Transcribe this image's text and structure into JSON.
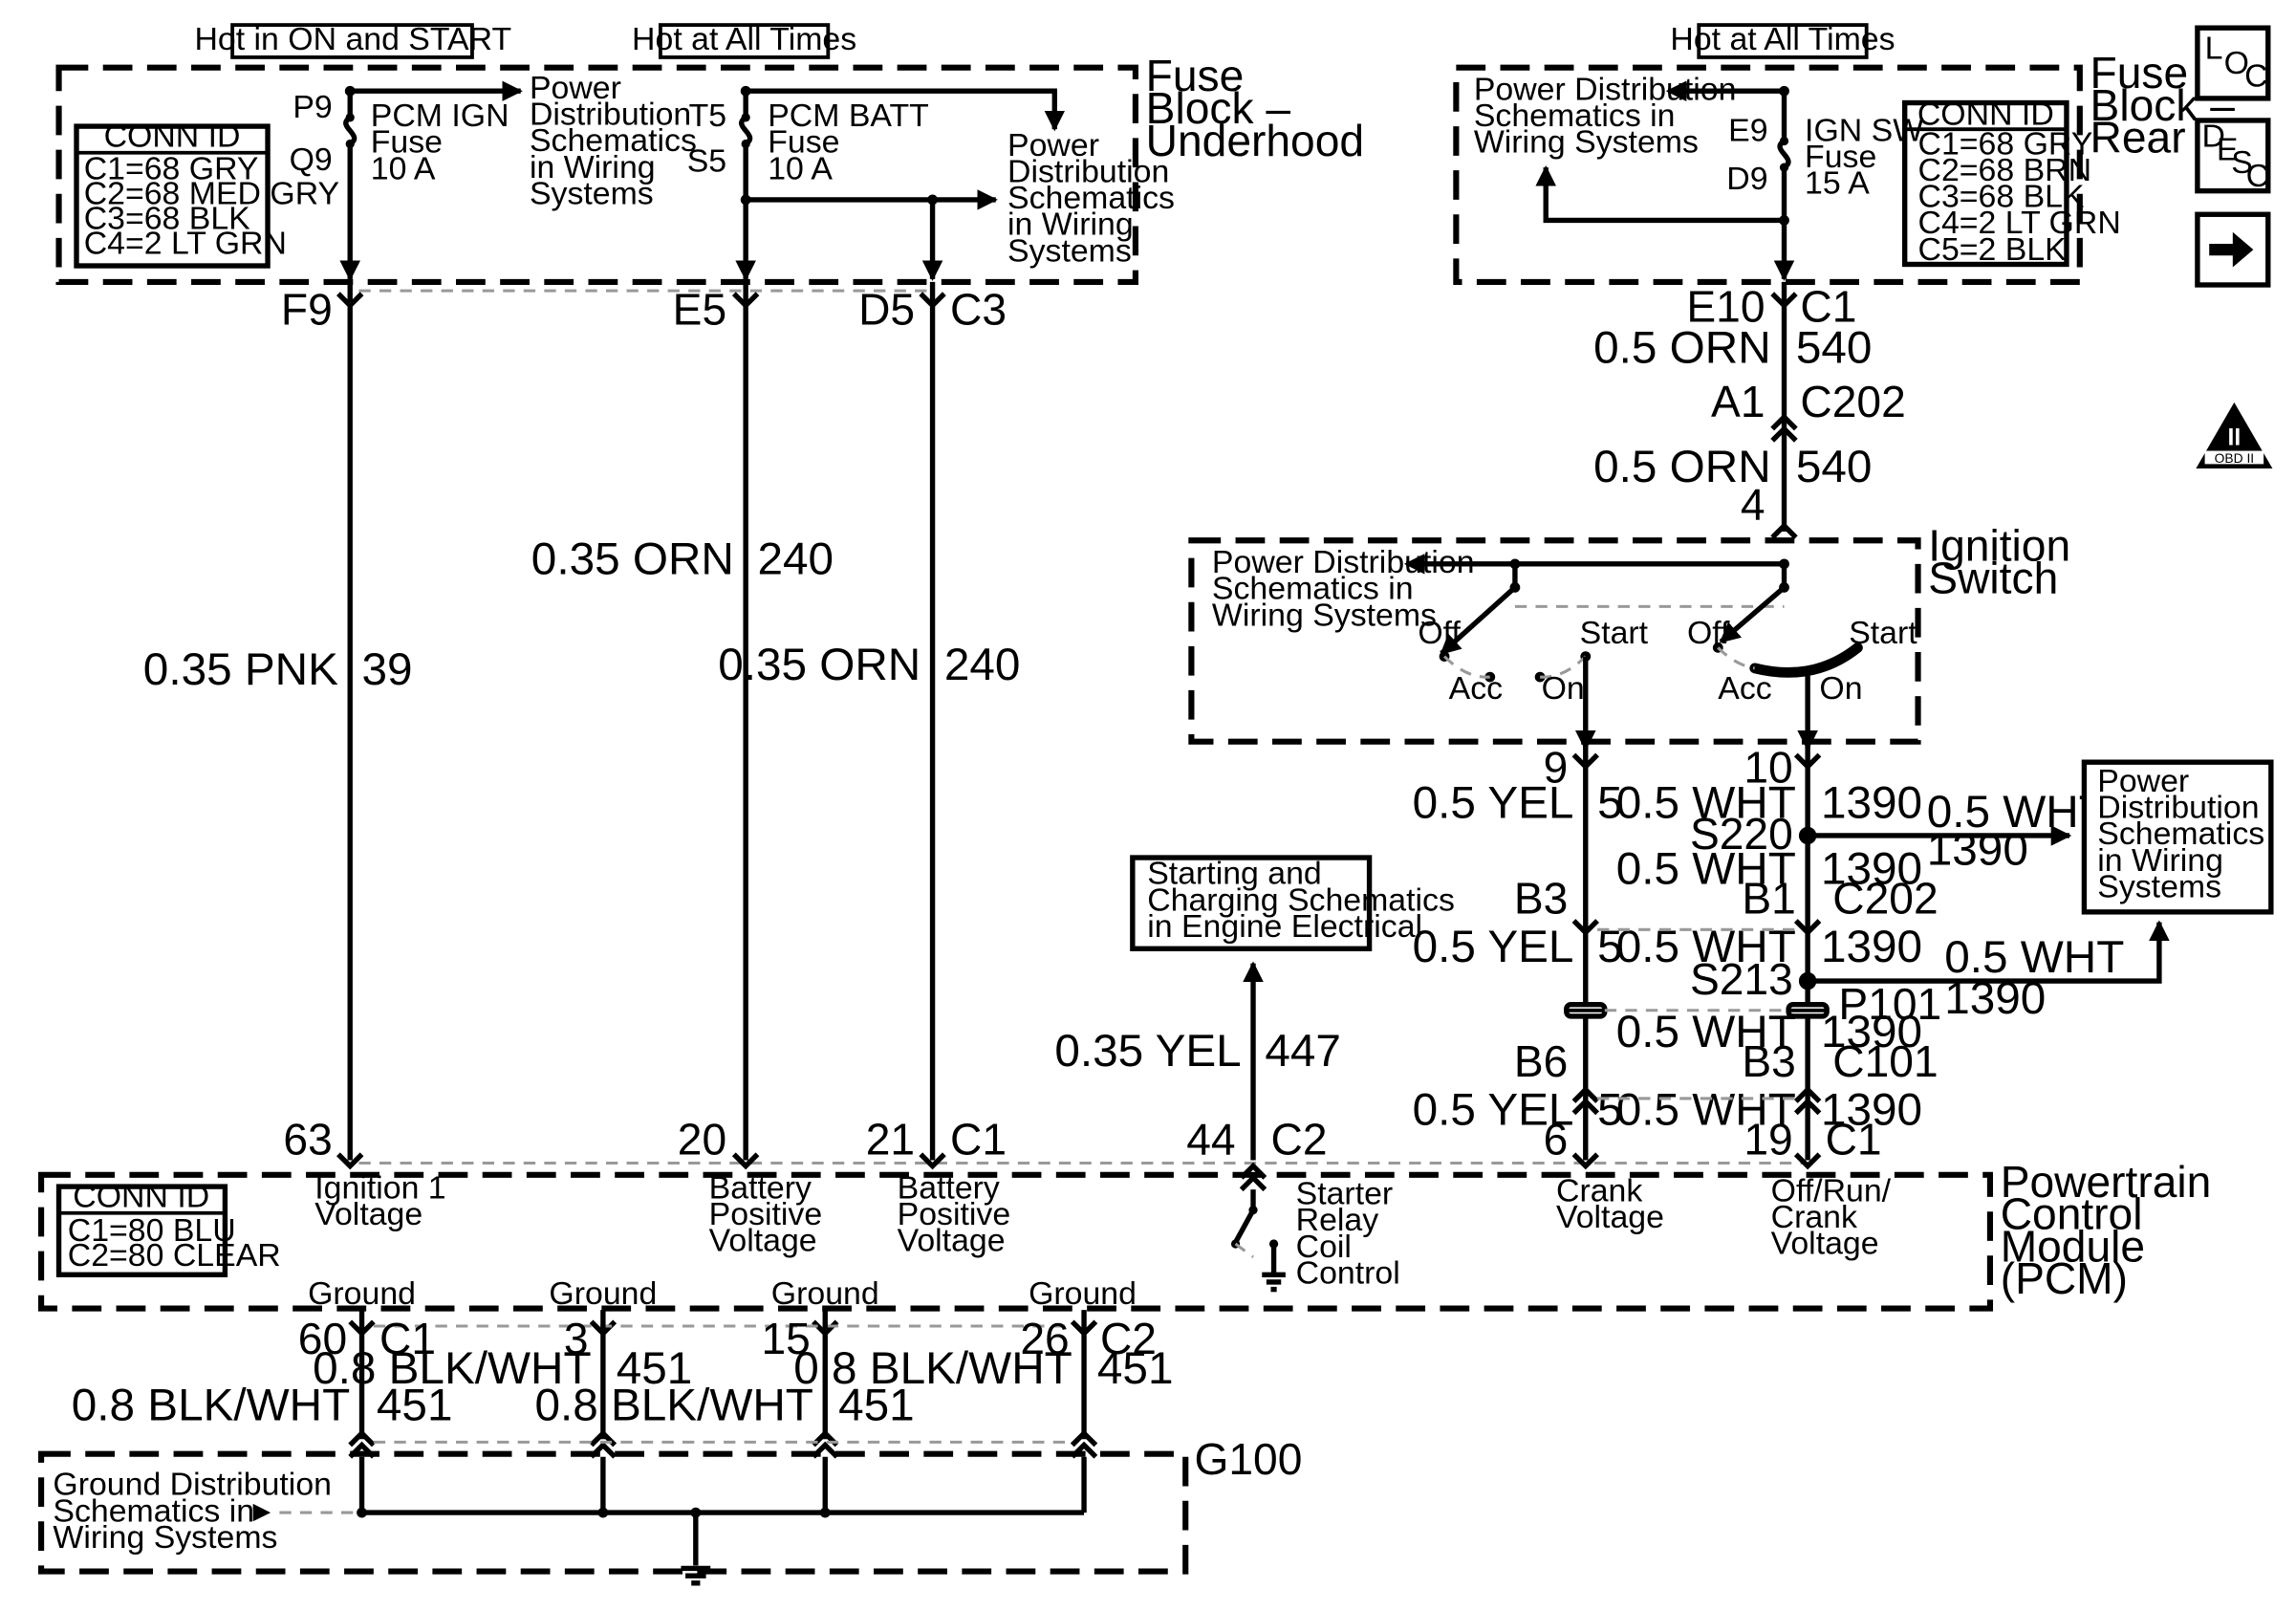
{
  "headers": {
    "hot_on_start": "Hot in ON and START",
    "hot_all_1": "Hot at All Times",
    "hot_all_2": "Hot at All Times"
  },
  "fuse_block_underhood": {
    "title": [
      "Fuse",
      "Block –",
      "Underhood"
    ],
    "conn_id": {
      "heading": "CONN ID",
      "lines": [
        "C1=68 GRY",
        "C2=68 MED GRY",
        "C3=68 BLK",
        "C4=2 LT GRN"
      ]
    },
    "fuse1": {
      "pin_top": "P9",
      "pin_bottom": "Q9",
      "label": [
        "PCM IGN",
        "Fuse",
        "10 A"
      ]
    },
    "fuse1_ref": [
      "Power",
      "Distribution",
      "Schematics",
      "in Wiring",
      "Systems"
    ],
    "fuse2": {
      "pin_top": "T5",
      "pin_bottom": "S5",
      "label": [
        "PCM BATT",
        "Fuse",
        "10 A"
      ]
    },
    "fuse2_ref": [
      "Power",
      "Distribution",
      "Schematics",
      "in Wiring",
      "Systems"
    ],
    "out_pins": {
      "f9": "F9",
      "e5": "E5",
      "d5": "D5",
      "c3": "C3"
    }
  },
  "fuse_block_rear": {
    "title": [
      "Fuse",
      "Block –",
      "Rear"
    ],
    "ref": [
      "Power Distribution",
      "Schematics in",
      "Wiring Systems"
    ],
    "conn_id": {
      "heading": "CONN ID",
      "lines": [
        "C1=68 GRY",
        "C2=68 BRN",
        "C3=68 BLK",
        "C4=2 LT GRN",
        "C5=2 BLK"
      ]
    },
    "fuse": {
      "pin_top": "E9",
      "pin_bottom": "D9",
      "label": [
        "IGN SW",
        "Fuse",
        "15 A"
      ]
    },
    "out_pin": "E10",
    "out_conn": "C1"
  },
  "wires": {
    "pnk": {
      "size_color": "0.35 PNK",
      "circuit": "39"
    },
    "orn_a": {
      "size_color": "0.35 ORN",
      "circuit": "240"
    },
    "orn_b": {
      "size_color": "0.35 ORN",
      "circuit": "240"
    },
    "orn_540_a": {
      "size_color": "0.5 ORN",
      "circuit": "540"
    },
    "orn_540_b": {
      "size_color": "0.5 ORN",
      "circuit": "540"
    },
    "yel_447": {
      "size_color": "0.35 YEL",
      "circuit": "447"
    },
    "yel_5_a": {
      "size_color": "0.5 YEL",
      "circuit": "5"
    },
    "yel_5_b": {
      "size_color": "0.5 YEL",
      "circuit": "5"
    },
    "yel_5_c": {
      "size_color": "0.5 YEL",
      "circuit": "5"
    },
    "wht_a": {
      "size_color": "0.5 WHT",
      "circuit": "1390"
    },
    "wht_b": {
      "size_color": "0.5 WHT",
      "circuit": "1390"
    },
    "wht_c": {
      "size_color": "0.5 WHT",
      "circuit": "1390"
    },
    "wht_d": {
      "size_color": "0.5 WHT",
      "circuit": "1390"
    },
    "wht_e": {
      "size_color": "0.5 WHT",
      "circuit": "1390"
    },
    "wht_branch1": {
      "size_color": "0.5 WHT",
      "circuit": "1390"
    },
    "wht_branch2": {
      "size_color": "0.5 WHT",
      "circuit": "1390"
    },
    "gnd_a": {
      "size_color": "0.8 BLK/WHT",
      "circuit": "451"
    },
    "gnd_b": {
      "size_color": "0.8 BLK/WHT",
      "circuit": "451"
    },
    "gnd_c": {
      "size_color": "0.8 BLK/WHT",
      "circuit": "451"
    },
    "gnd_d": {
      "size_color": "0.8 BLK/WHT",
      "circuit": "451"
    }
  },
  "connectors": {
    "c202_pin": "A1",
    "c202": "C202",
    "ign_in_pin": "4",
    "ign_out_9": "9",
    "ign_out_10": "10",
    "s220": "S220",
    "c202b_b3": "B3",
    "c202b_b1": "B1",
    "c202b": "C202",
    "s213": "S213",
    "p101": "P101",
    "c101_b6": "B6",
    "c101_b3": "B3",
    "c101": "C101"
  },
  "ignition_switch": {
    "title": [
      "Ignition",
      "Switch"
    ],
    "ref": [
      "Power Distribution",
      "Schematics in",
      "Wiring Systems"
    ],
    "positions": {
      "off": "Off",
      "start": "Start",
      "acc": "Acc",
      "on": "On"
    }
  },
  "starting_ref": [
    "Starting and",
    "Charging Schematics",
    "in Engine Electrical"
  ],
  "power_ref_right": [
    "Power",
    "Distribution",
    "Schematics",
    "in Wiring",
    "Systems"
  ],
  "pcm": {
    "title": [
      "Powertrain",
      "Control",
      "Module",
      "(PCM)"
    ],
    "conn_id": {
      "heading": "CONN ID",
      "lines": [
        "C1=80 BLU",
        "C2=80 CLEAR"
      ]
    },
    "pins_top": {
      "p63": "63",
      "p20": "20",
      "p21": "21",
      "c1": "C1",
      "p44": "44",
      "c2": "C2",
      "p6": "6",
      "p19": "19",
      "c1b": "C1"
    },
    "inputs": {
      "ign1": [
        "Ignition 1",
        "Voltage"
      ],
      "batt1": [
        "Battery",
        "Positive",
        "Voltage"
      ],
      "batt2": [
        "Battery",
        "Positive",
        "Voltage"
      ],
      "starter": [
        "Starter",
        "Relay",
        "Coil",
        "Control"
      ],
      "crank": [
        "Crank",
        "Voltage"
      ],
      "offrun": [
        "Off/Run/",
        "Crank",
        "Voltage"
      ]
    },
    "grounds": [
      "Ground",
      "Ground",
      "Ground",
      "Ground"
    ],
    "pins_bottom": {
      "p60": "60",
      "c1": "C1",
      "p3": "3",
      "p15": "15",
      "p26": "26",
      "c2": "C2"
    }
  },
  "ground": {
    "title": "G100",
    "ref": [
      "Ground Distribution",
      "Schematics in",
      "Wiring Systems"
    ]
  },
  "icons": {
    "loc": {
      "l": "L",
      "o": "O",
      "c": "C"
    },
    "desc": {
      "d": "D",
      "e": "E",
      "s": "S",
      "c": "C"
    },
    "obd": {
      "roman": "II",
      "label": "OBD II"
    }
  }
}
